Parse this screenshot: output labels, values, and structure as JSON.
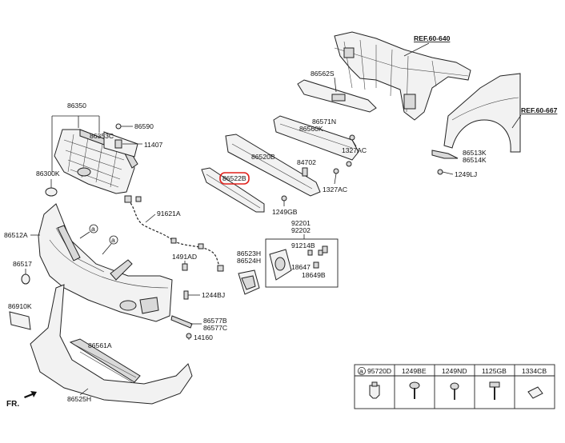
{
  "references": {
    "ref_top": "REF.60-640",
    "ref_right": "REF.60-667"
  },
  "parts": {
    "p86350": "86350",
    "p86353C": "86353C",
    "p86590": "86590",
    "p11407": "11407",
    "p86300K": "86300K",
    "p86562S": "86562S",
    "p86571N": "86571N",
    "p86560K": "86560K",
    "p86520B": "86520B",
    "p84702": "84702",
    "p1327AC_a": "1327AC",
    "p1327AC_b": "1327AC",
    "p86522B": "86522B",
    "p1249GB": "1249GB",
    "p86513K": "86513K",
    "p86514K": "86514K",
    "p1249LJ": "1249LJ",
    "p91621A": "91621A",
    "p86512A": "86512A",
    "p86517": "86517",
    "p1491AD": "1491AD",
    "p86523H": "86523H",
    "p86524H": "86524H",
    "p92201": "92201",
    "p92202": "92202",
    "p91214B": "91214B",
    "p18647": "18647",
    "p18649B": "18649B",
    "p1244BJ": "1244BJ",
    "p86910K": "86910K",
    "p86577B": "86577B",
    "p86577C": "86577C",
    "p14160": "14160",
    "p86561A": "86561A",
    "p86525H": "86525H"
  },
  "callout_letter": "a",
  "highlight_color": "#e0201b",
  "fastener_table": {
    "columns": [
      "95720D",
      "1249BE",
      "1249ND",
      "1125GB",
      "1334CB"
    ],
    "first_column_marker": "a"
  },
  "direction_label": "FR."
}
